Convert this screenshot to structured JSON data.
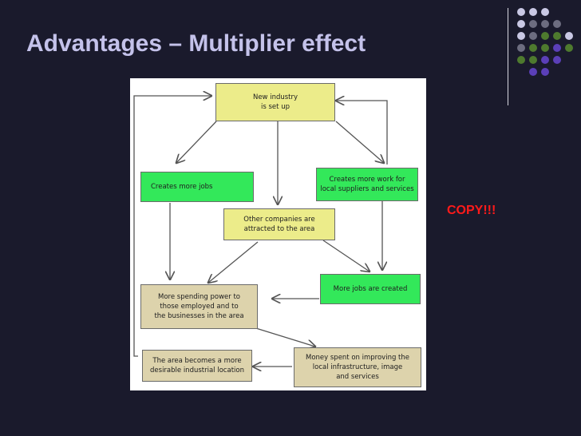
{
  "slide": {
    "title": "Advantages – Multiplier effect",
    "note": "COPY!!!"
  },
  "diagram": {
    "boxes": {
      "new_industry": "New industry\nis set up",
      "more_jobs": "Creates more jobs",
      "local_suppliers": "Creates more work for\nlocal suppliers and services",
      "other_companies": "Other companies are\nattracted to the area",
      "more_jobs_created": "More jobs are created",
      "spending_power": "More spending power to\nthose employed and to\nthe businesses in the area",
      "desirable_location": "The area becomes a more\ndesirable industrial location",
      "infrastructure": "Money spent on improving the\nlocal infrastructure, image\nand services"
    }
  },
  "colors": {
    "background": "#1a1a2c",
    "title": "#c4c2ea",
    "note": "#ff1a1a",
    "box_yellow": "#ecec8a",
    "box_green": "#33e85a",
    "box_tan": "#ddd3ac",
    "dot_light": "#c9c8e4",
    "dot_gray": "#6d6d80",
    "dot_green": "#4e7a2e",
    "dot_purple": "#5b3fb8"
  }
}
